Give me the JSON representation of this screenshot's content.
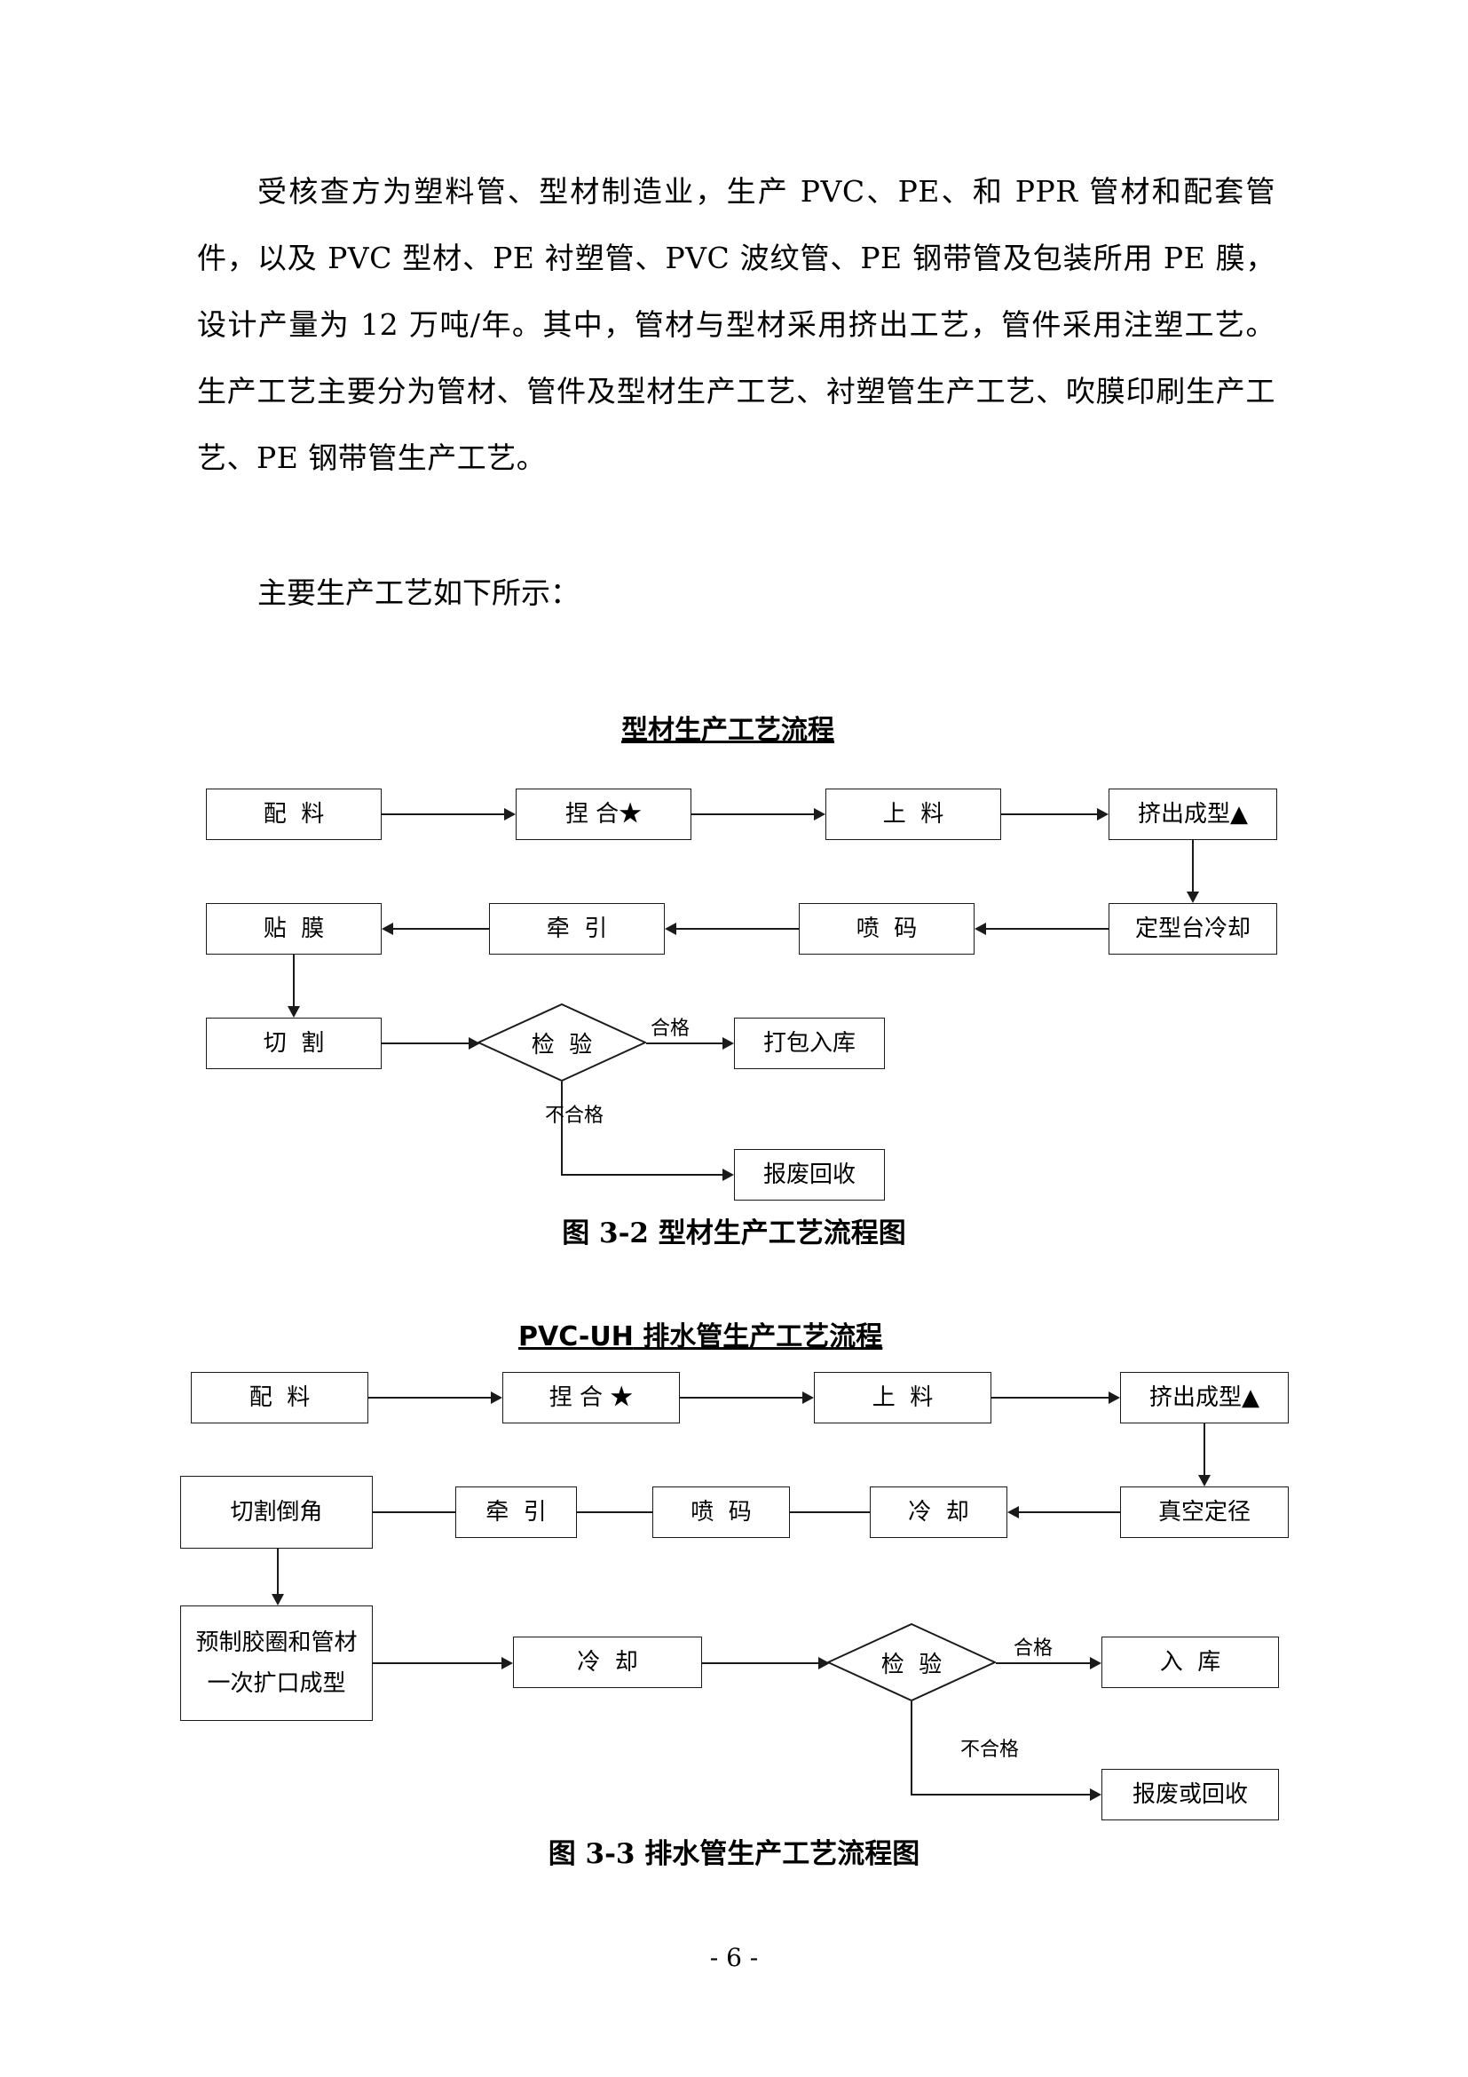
{
  "document": {
    "page_number": "- 6 -",
    "paragraph_1": "受核查方为塑料管、型材制造业，生产 PVC、PE、和 PPR 管材和配套管件，以及 PVC 型材、PE 衬塑管、PVC 波纹管、PE 钢带管及包装所用 PE 膜，设计产量为 12 万吨/年。其中，管材与型材采用挤出工艺，管件采用注塑工艺。生产工艺主要分为管材、管件及型材生产工艺、衬塑管生产工艺、吹膜印刷生产工艺、PE 钢带管生产工艺。",
    "paragraph_2": "主要生产工艺如下所示："
  },
  "figure_1": {
    "title": "型材生产工艺流程",
    "caption": "图 3-2  型材生产工艺流程图",
    "nodes": {
      "n1": "配  料",
      "n2": "捏 合★",
      "n3": "上  料",
      "n4": "挤出成型▲",
      "n5": "定型台冷却",
      "n6": "喷  码",
      "n7": "牵  引",
      "n8": "贴  膜",
      "n9": "切  割",
      "n10": "检  验",
      "n11": "打包入库",
      "n12": "报废回收"
    },
    "edge_labels": {
      "pass": "合格",
      "fail": "不合格"
    }
  },
  "figure_2": {
    "title_latin": "PVC-UH",
    "title_cn": " 排水管生产工艺流程",
    "caption": "图 3-3  排水管生产工艺流程图",
    "nodes": {
      "n1": "配  料",
      "n2": "捏 合 ★",
      "n3": "上  料",
      "n4": "挤出成型▲",
      "n5": "真空定径",
      "n6": "冷  却",
      "n7": "喷  码",
      "n8": "牵  引",
      "n9": "切割倒角",
      "n10": "预制胶圈和管材一次扩口成型",
      "n11": "冷  却",
      "n12": "检  验",
      "n13": "入  库",
      "n14": "报废或回收"
    },
    "edge_labels": {
      "pass": "合格",
      "fail": "不合格"
    }
  }
}
